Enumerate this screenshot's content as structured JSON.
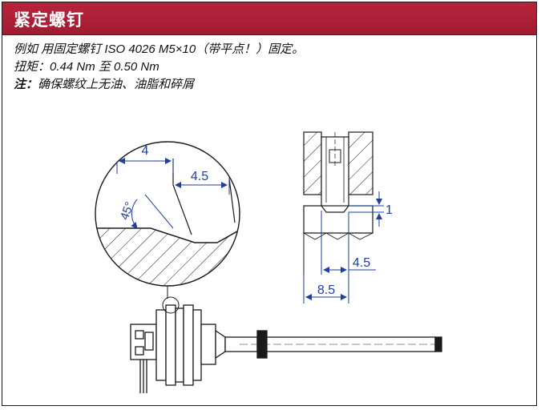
{
  "header": {
    "title": "紧定螺钉"
  },
  "instructions": {
    "line1": "例如 用固定螺钉 ISO 4026 M5×10（带平点！）固定。",
    "line2": "扭矩：0.44 Nm 至 0.50 Nm",
    "note_label": "注：",
    "note_text": "确保螺纹上无油、油脂和碎屑"
  },
  "drawing": {
    "detail": {
      "dim_4": "4",
      "dim_4_5": "4.5",
      "angle": "45°"
    },
    "section": {
      "dim_1": "1",
      "dim_4_5": "4.5",
      "dim_8_5": "8.5"
    },
    "colors": {
      "line": "#1a1a1a",
      "dimension": "#1f3f9a"
    }
  }
}
